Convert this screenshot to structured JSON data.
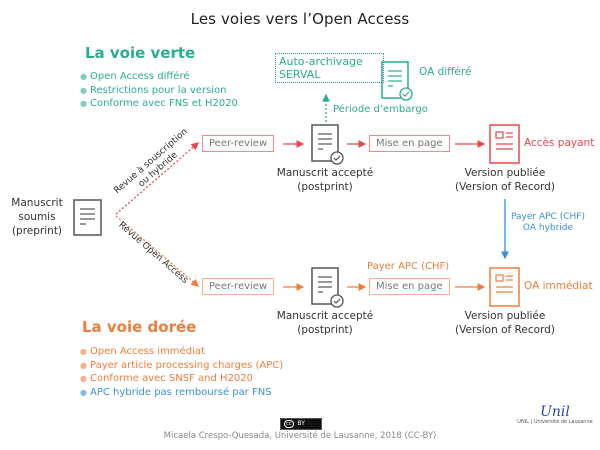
{
  "title": "Les voies vers l’Open Access",
  "green_route": {
    "heading": "La voie verte",
    "bullets": [
      "Open Access différé",
      "Restrictions pour la version",
      "Conforme avec FNS et H2020"
    ],
    "color": "#2bab91"
  },
  "gold_route": {
    "heading": "La voie dorée",
    "bullets": [
      "Open Access immédiat",
      "Payer article processing charges (APC)",
      "Conforme avec SNSF and H2020"
    ],
    "note": "APC hybride pas remboursé par FNS",
    "color": "#ef7d3c",
    "note_color": "#3a8fdc"
  },
  "start": {
    "label_line1": "Manuscrit",
    "label_line2": "soumis",
    "label_line3": "(preprint)"
  },
  "branches": {
    "top": {
      "line1": "Revue à souscription",
      "line2": "ou hybride",
      "color": "#e8484d"
    },
    "bottom": {
      "line1": "Revue Open Access",
      "color": "#ef7d3c"
    }
  },
  "top_row": {
    "peer_review": "Peer-review",
    "accepted_line1": "Manuscrit accepté",
    "accepted_line2": "(postprint)",
    "layout": "Mise en page",
    "published_line1": "Version publiée",
    "published_line2": "(Version of Record)",
    "outcome": "Accès payant"
  },
  "bottom_row": {
    "peer_review": "Peer-review",
    "accepted_line1": "Manuscrit accepté",
    "accepted_line2": "(postprint)",
    "apc_label": "Payer APC (CHF)",
    "layout": "Mise en page",
    "published_line1": "Version publiée",
    "published_line2": "(Version of Record)",
    "outcome": "OA immédiat"
  },
  "archiving": {
    "box_line1": "Auto-archivage",
    "box_line2": "SERVAL",
    "embargo": "Période d’embargo",
    "outcome": "OA différé"
  },
  "hybrid": {
    "line1": "Payer APC (CHF)",
    "line2": "OA hybride"
  },
  "license_badge": "BY",
  "footer": "Micaela Crespo-Quesada, Université de Lausanne, 2018 (CC-BY)",
  "logo": {
    "script": "Unil",
    "caption": "UNIL | Université de Lausanne"
  }
}
